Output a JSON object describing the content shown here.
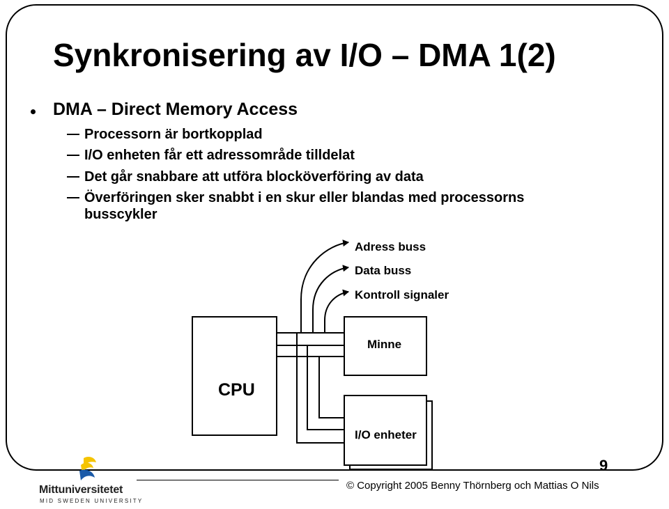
{
  "slide": {
    "title": "Synkronisering av I/O – DMA 1(2)",
    "bullet": "DMA – Direct Memory Access",
    "subbullets": [
      "Processorn är bortkopplad",
      "I/O enheten får ett adressområde tilldelat",
      "Det går snabbare att utföra blocköverföring av data",
      "Överföringen sker snabbt i en skur eller blandas med processorns",
      "busscykler"
    ],
    "page_number": "9"
  },
  "diagram": {
    "bus_labels": [
      "Adress buss",
      "Data buss",
      "Kontroll signaler"
    ],
    "cpu_label": "CPU",
    "memory_label": "Minne",
    "io_label": "I/O enheter"
  },
  "footer": {
    "copyright": "© Copyright 2005 Benny Thörnberg och Mattias O Nils",
    "logo_name": "Mittuniversitetet",
    "logo_tagline": "MID SWEDEN UNIVERSITY"
  },
  "colors": {
    "logo_yellow": "#f5c400",
    "logo_blue": "#1b5aa8"
  }
}
